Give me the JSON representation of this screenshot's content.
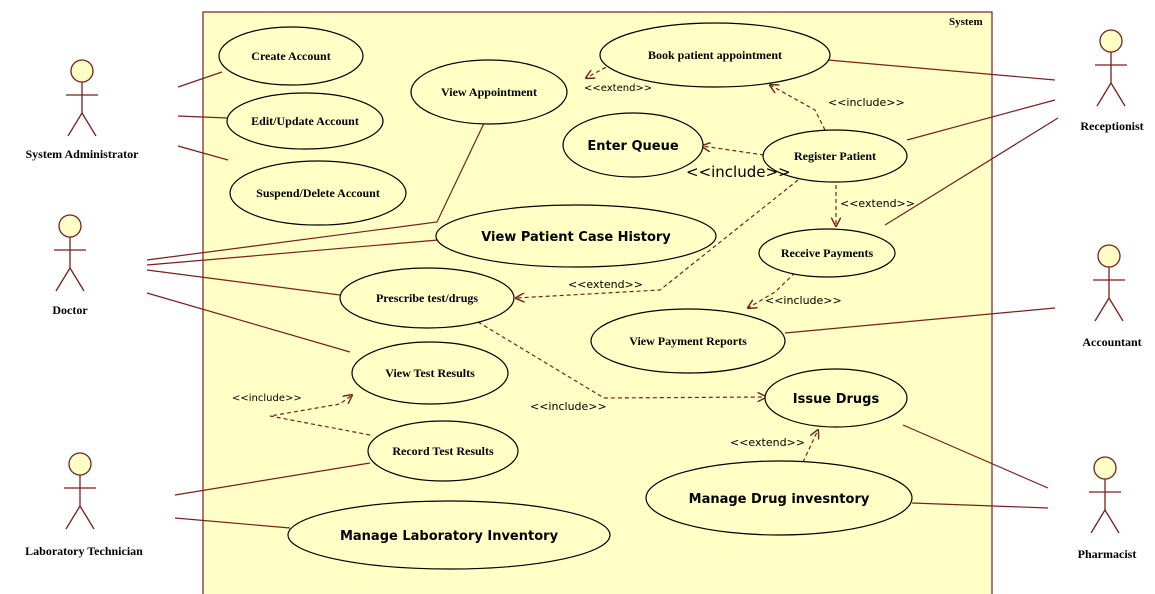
{
  "colors": {
    "boundary_fill": "#ffffc6",
    "usecase_fill": "#ffffc6",
    "line": "#7a1f1f",
    "text": "#000000"
  },
  "system": {
    "label": "System"
  },
  "actors": {
    "sysadmin": "System Administrator",
    "doctor": "Doctor",
    "labtech": "Laboratory Technician",
    "receptionist": "Receptionist",
    "accountant": "Accountant",
    "pharmacist": "Pharmacist"
  },
  "use_cases": {
    "create_account": "Create Account",
    "edit_account": "Edit/Update Account",
    "suspend_account": "Suspend/Delete Account",
    "view_appointment": "View Appointment",
    "book_appointment": "Book patient appointment",
    "enter_queue": "Enter Queue",
    "register_patient": "Register Patient",
    "view_case_history": "View Patient Case History",
    "receive_payments": "Receive Payments",
    "prescribe": "Prescribe test/drugs",
    "view_payment_reports": "View Payment Reports",
    "view_test_results": "View Test Results",
    "issue_drugs": "Issue Drugs",
    "record_test_results": "Record Test Results",
    "manage_drug_inventory": "Manage Drug invesntory",
    "manage_lab_inventory": "Manage Laboratory Inventory"
  },
  "stereotypes": {
    "extend_book_view": "<<extend>>",
    "include_book": "<<include>>",
    "include_queue": "<<include>>",
    "extend_receive": "<<extend>>",
    "extend_prescribe": "<<extend>>",
    "include_payment_reports": "<<include>>",
    "include_test_results": "<<include>>",
    "include_issue_drugs": "<<include>>",
    "extend_drug_inventory": "<<extend>>"
  }
}
